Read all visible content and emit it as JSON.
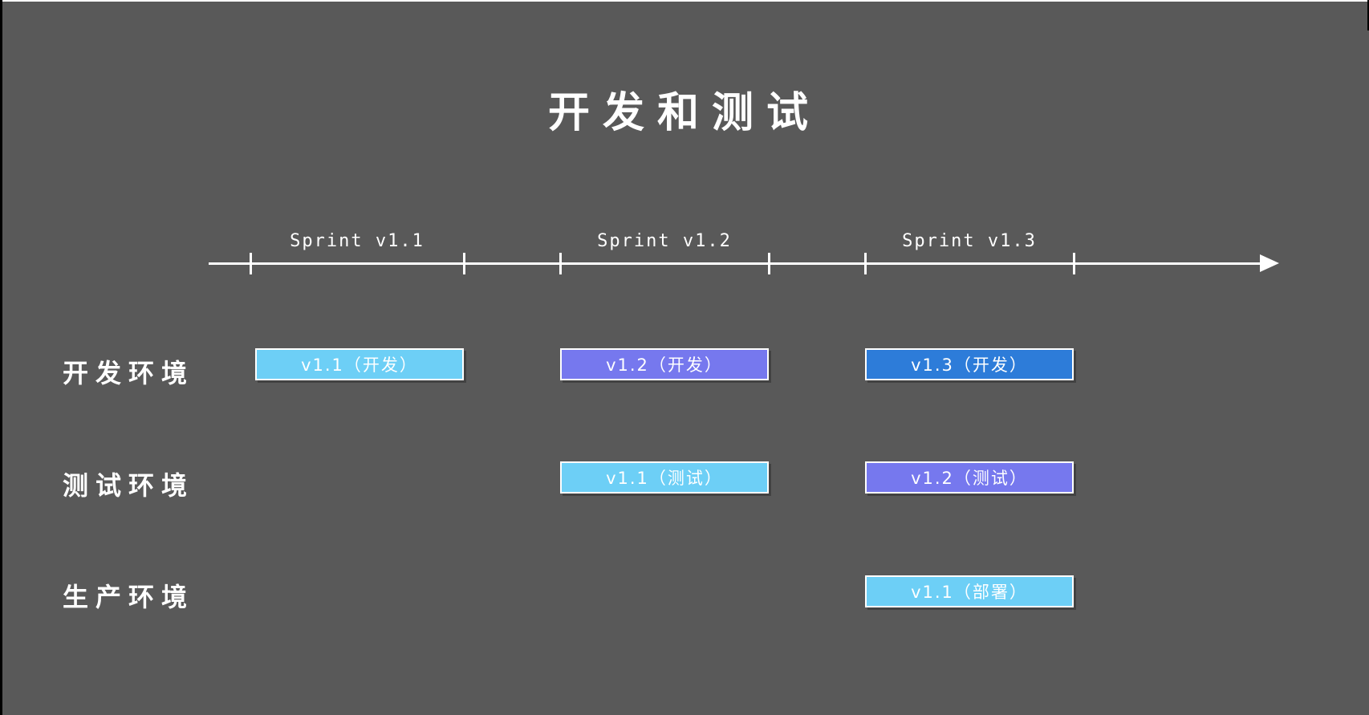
{
  "page": {
    "title": "开发和测试",
    "background": "#595959"
  },
  "colors": {
    "light_blue": "#6DCFF6",
    "purple": "#7678EE",
    "blue": "#2D7CD9",
    "line": "#FFFFFF",
    "text": "#FFFFFF"
  },
  "timeline": {
    "sprints": [
      {
        "label": "Sprint v1.1"
      },
      {
        "label": "Sprint v1.2"
      },
      {
        "label": "Sprint v1.3"
      }
    ]
  },
  "rows": [
    {
      "label": "开发环境",
      "boxes": [
        {
          "text": "v1.1（开发）",
          "color": "light_blue"
        },
        {
          "text": "v1.2（开发）",
          "color": "purple"
        },
        {
          "text": "v1.3（开发）",
          "color": "blue"
        }
      ]
    },
    {
      "label": "测试环境",
      "boxes": [
        {
          "text": "v1.1（测试）",
          "color": "light_blue"
        },
        {
          "text": "v1.2（测试）",
          "color": "purple"
        }
      ]
    },
    {
      "label": "生产环境",
      "boxes": [
        {
          "text": "v1.1（部署）",
          "color": "light_blue"
        }
      ]
    }
  ]
}
